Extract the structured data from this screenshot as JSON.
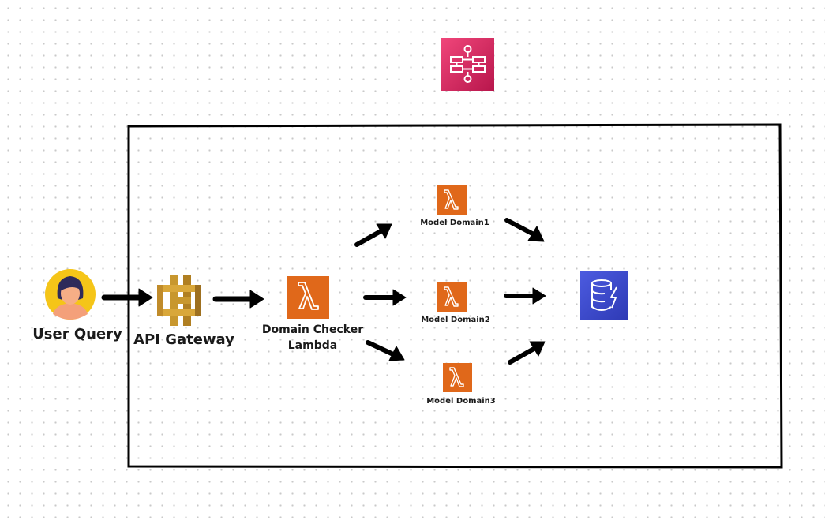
{
  "nodes": {
    "user": {
      "label": "User Query"
    },
    "api_gateway": {
      "label": "API Gateway"
    },
    "domain_checker": {
      "label_line1": "Domain Checker",
      "label_line2": "Lambda"
    },
    "model1": {
      "label": "Model Domain1"
    },
    "model2": {
      "label": "Model Domain2"
    },
    "model3": {
      "label": "Model Domain3"
    }
  },
  "icons": {
    "user": "user-avatar-icon",
    "api_gateway": "api-gateway-icon",
    "lambda": "lambda-icon",
    "dynamodb": "dynamodb-icon",
    "step_functions": "step-functions-icon"
  },
  "colors": {
    "lambda": "#E0681A",
    "step_functions": "#D4265A",
    "dynamodb": "#3B48CC",
    "api_gateway": "#C8972E",
    "avatar_bg": "#F5C518",
    "border": "#000000"
  }
}
